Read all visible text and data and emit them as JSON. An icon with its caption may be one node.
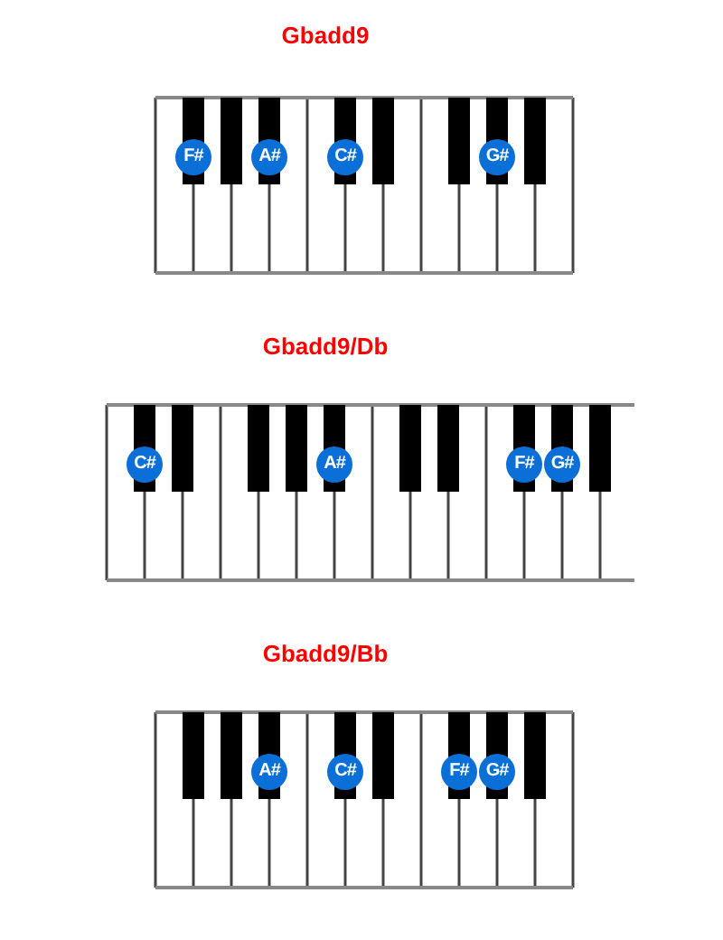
{
  "diagram": {
    "nodes": [
      {
        "text": [
          "F#"
        ]
      },
      {
        "text": [
          "A#"
        ]
      },
      {
        "text": [
          "C#"
        ]
      },
      {
        "text": [
          "G#"
        ]
      },
      {
        "text": [
          "C#"
        ]
      },
      {
        "text": [
          "A#"
        ]
      },
      {
        "text": [
          "F#"
        ]
      },
      {
        "text": [
          "G#"
        ]
      },
      {
        "text": [
          "A#"
        ]
      },
      {
        "text": [
          "C#"
        ]
      },
      {
        "text": [
          "F#"
        ]
      },
      {
        "text": [
          "G#"
        ]
      }
    ],
    "labels": [
      "Gbadd9",
      "Gbadd9/Db",
      "Gbadd9/Bb"
    ]
  }
}
